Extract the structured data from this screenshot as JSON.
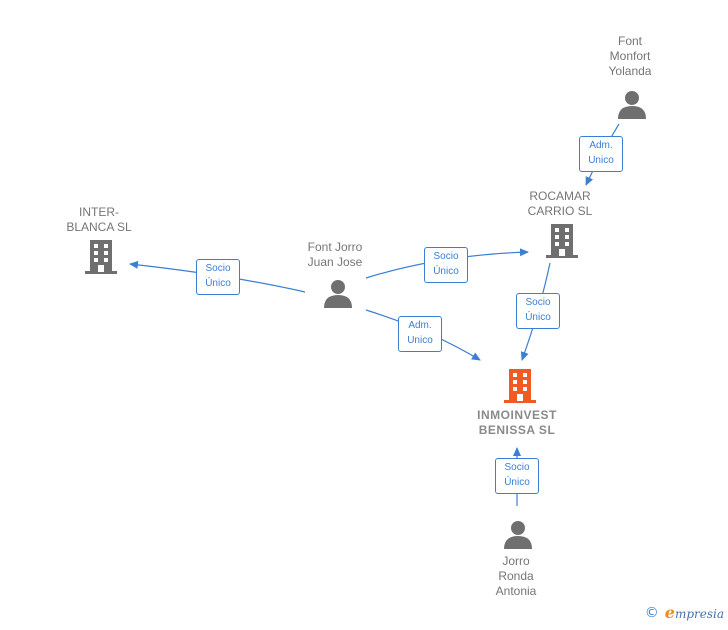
{
  "colors": {
    "edge": "#3a7fd4",
    "building": "#6f6f6f",
    "building_focus": "#f15a22",
    "person": "#6f6f6f"
  },
  "nodes": {
    "inter_blanca": {
      "label": "INTER-\nBLANCA SL",
      "icon": "building-icon"
    },
    "font_jorro": {
      "label": "Font Jorro\nJuan Jose",
      "icon": "person-icon"
    },
    "font_monfort": {
      "label": "Font\nMonfort\nYolanda",
      "icon": "person-icon"
    },
    "rocamar": {
      "label": "ROCAMAR\nCARRIO  SL",
      "icon": "building-icon"
    },
    "inmoinvest": {
      "label": "INMOINVEST\nBENISSA  SL",
      "icon": "building-icon"
    },
    "jorro_ronda": {
      "label": "Jorro\nRonda\nAntonia",
      "icon": "person-icon"
    }
  },
  "edges": {
    "e1": {
      "label": "Socio\nÚnico"
    },
    "e2": {
      "label": "Socio\nÚnico"
    },
    "e3": {
      "label": "Adm.\nUnico"
    },
    "e4": {
      "label": "Adm.\nUnico"
    },
    "e5": {
      "label": "Socio\nÚnico"
    },
    "e6": {
      "label": "Socio\nÚnico"
    }
  },
  "footer": {
    "copyright": "©",
    "brand_initial": "e",
    "brand_rest": "mpresia"
  }
}
